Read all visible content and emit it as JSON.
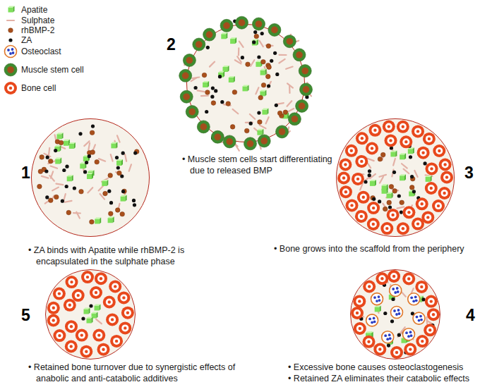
{
  "diagram": {
    "nodes": [
      {
        "text": [
          "1",
          "• ZA binds with Apatite while rhBMP-2 is encapsulated in the sulphate phase"
        ]
      },
      {
        "text": [
          "2",
          "• Muscle stem cells start differentiating due to released BMP"
        ]
      },
      {
        "text": [
          "3",
          "• Bone grows into the scaffold from the periphery"
        ]
      },
      {
        "text": [
          "4",
          "• Excessive bone causes osteoclastogenesis",
          "• Retained ZA eliminates their catabolic effects"
        ]
      },
      {
        "text": [
          "5",
          "• Retained bone turnover due to synergistic effects of anabolic and anti-catabolic additives"
        ]
      }
    ],
    "legend": [
      {
        "text": "Apatite"
      },
      {
        "text": "Sulphate"
      },
      {
        "text": "rhBMP-2"
      },
      {
        "text": "ZA"
      },
      {
        "text": "Osteoclast"
      },
      {
        "text": "Muscle stem cell"
      },
      {
        "text": "Bone cell"
      }
    ]
  }
}
